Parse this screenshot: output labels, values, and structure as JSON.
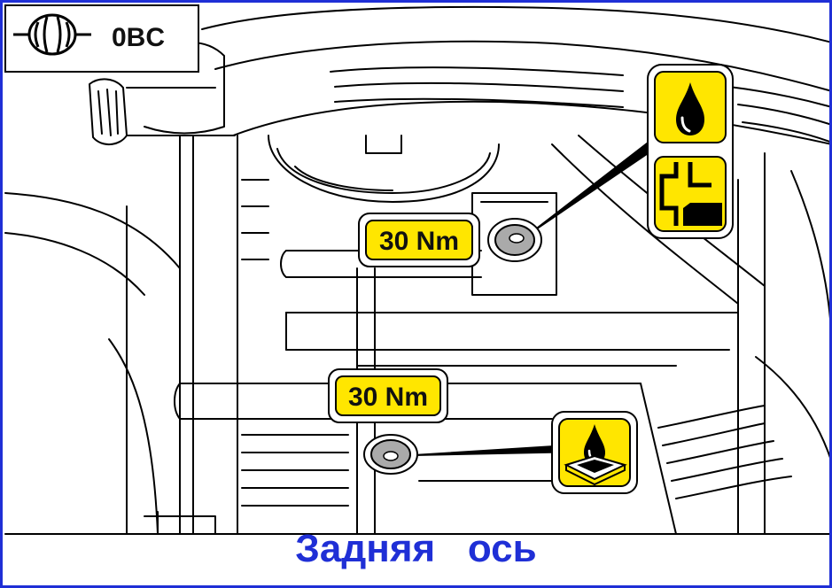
{
  "header": {
    "code": "0BC",
    "icon": "transmission-code-icon"
  },
  "callouts": [
    {
      "torque": "30 Nm",
      "icon": "oil-filler-plug-icon"
    },
    {
      "torque": "30 Nm",
      "icon": "oil-drain-plug-icon"
    }
  ],
  "caption": "Задняя   ось",
  "colors": {
    "border": "#1f2fd6",
    "caption": "#1f2fd6",
    "badge_fill": "#ffe600",
    "line": "#000000",
    "plug_fill": "#aaaaaa"
  }
}
